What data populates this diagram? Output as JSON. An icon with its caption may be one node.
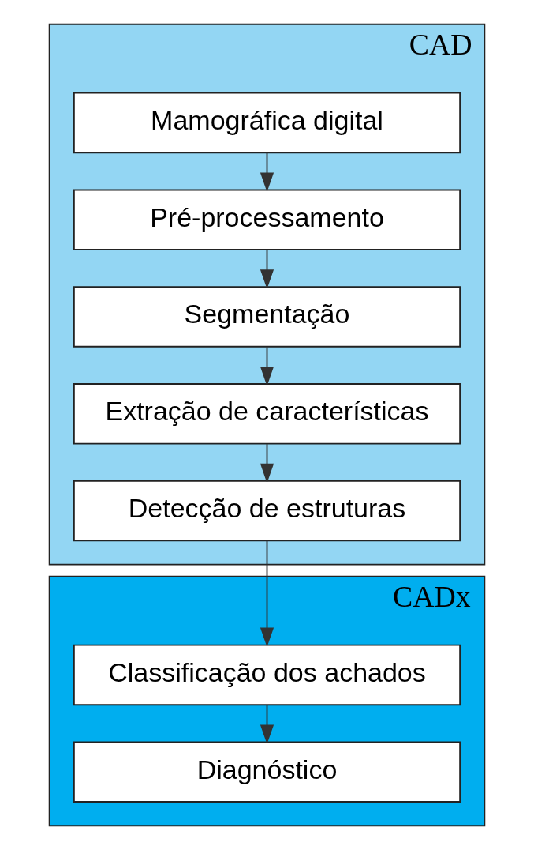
{
  "diagram": {
    "nodes": [
      {
        "text": [
          "CAD"
        ]
      },
      {
        "text": [
          "Mamográfica digital"
        ],
        "in": 0
      },
      {
        "text": [
          "Pré-processamento"
        ],
        "in": 0
      },
      {
        "text": [
          "Segmentação"
        ],
        "in": 0
      },
      {
        "text": [
          "Extração de características"
        ],
        "in": 0
      },
      {
        "text": [
          "Detecção de estruturas"
        ],
        "in": 0
      },
      {
        "text": [
          "CADx"
        ]
      },
      {
        "text": [
          "Classificação dos achados"
        ],
        "in": 6
      },
      {
        "text": [
          "Diagnóstico"
        ],
        "in": 6
      }
    ],
    "edges": [
      {
        "from": 1,
        "to": 2,
        "arrow": "to"
      },
      {
        "from": 2,
        "to": 3,
        "arrow": "to"
      },
      {
        "from": 3,
        "to": 4,
        "arrow": "to"
      },
      {
        "from": 4,
        "to": 5,
        "arrow": "to"
      },
      {
        "from": 5,
        "to": 7,
        "arrow": "to"
      },
      {
        "from": 7,
        "to": 8,
        "arrow": "to"
      }
    ]
  }
}
